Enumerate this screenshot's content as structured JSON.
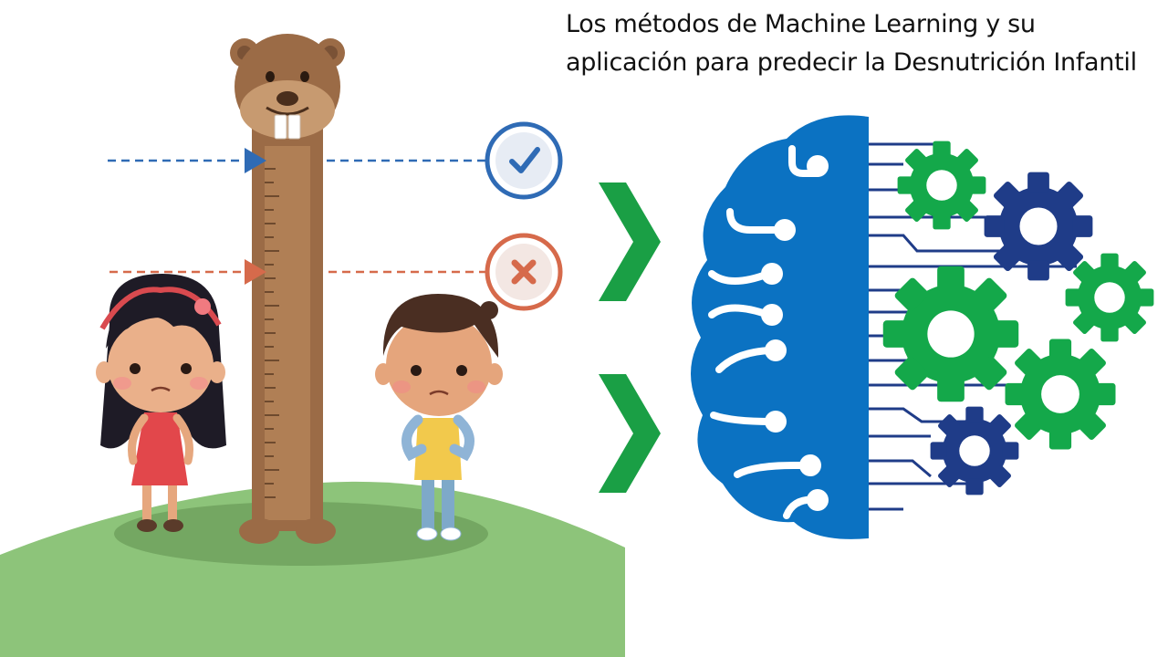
{
  "slide": {
    "title_line_1": "Los métodos de Machine Learning y su",
    "title_line_2": "aplicación para predecir la Desnutrición Infantil"
  },
  "illustration": {
    "scene": "children-height-measurement",
    "check_icon": "check-icon",
    "cross_icon": "x-icon",
    "arrow_icon": "chevron-right-icon",
    "brain_icon": "brain-circuit-icon",
    "gear_icon": "gear-icon"
  },
  "colors": {
    "grass": "#8dc47a",
    "grass_dark": "#74a762",
    "ruler": "#9b6b46",
    "ruler_face": "#b07f55",
    "blue_line": "#2f6bb5",
    "orange_line": "#d66a4b",
    "green_arrow": "#1a9f45",
    "brain_blue": "#0b72c2",
    "gear_green": "#14a84a",
    "gear_navy": "#1f3c88"
  }
}
